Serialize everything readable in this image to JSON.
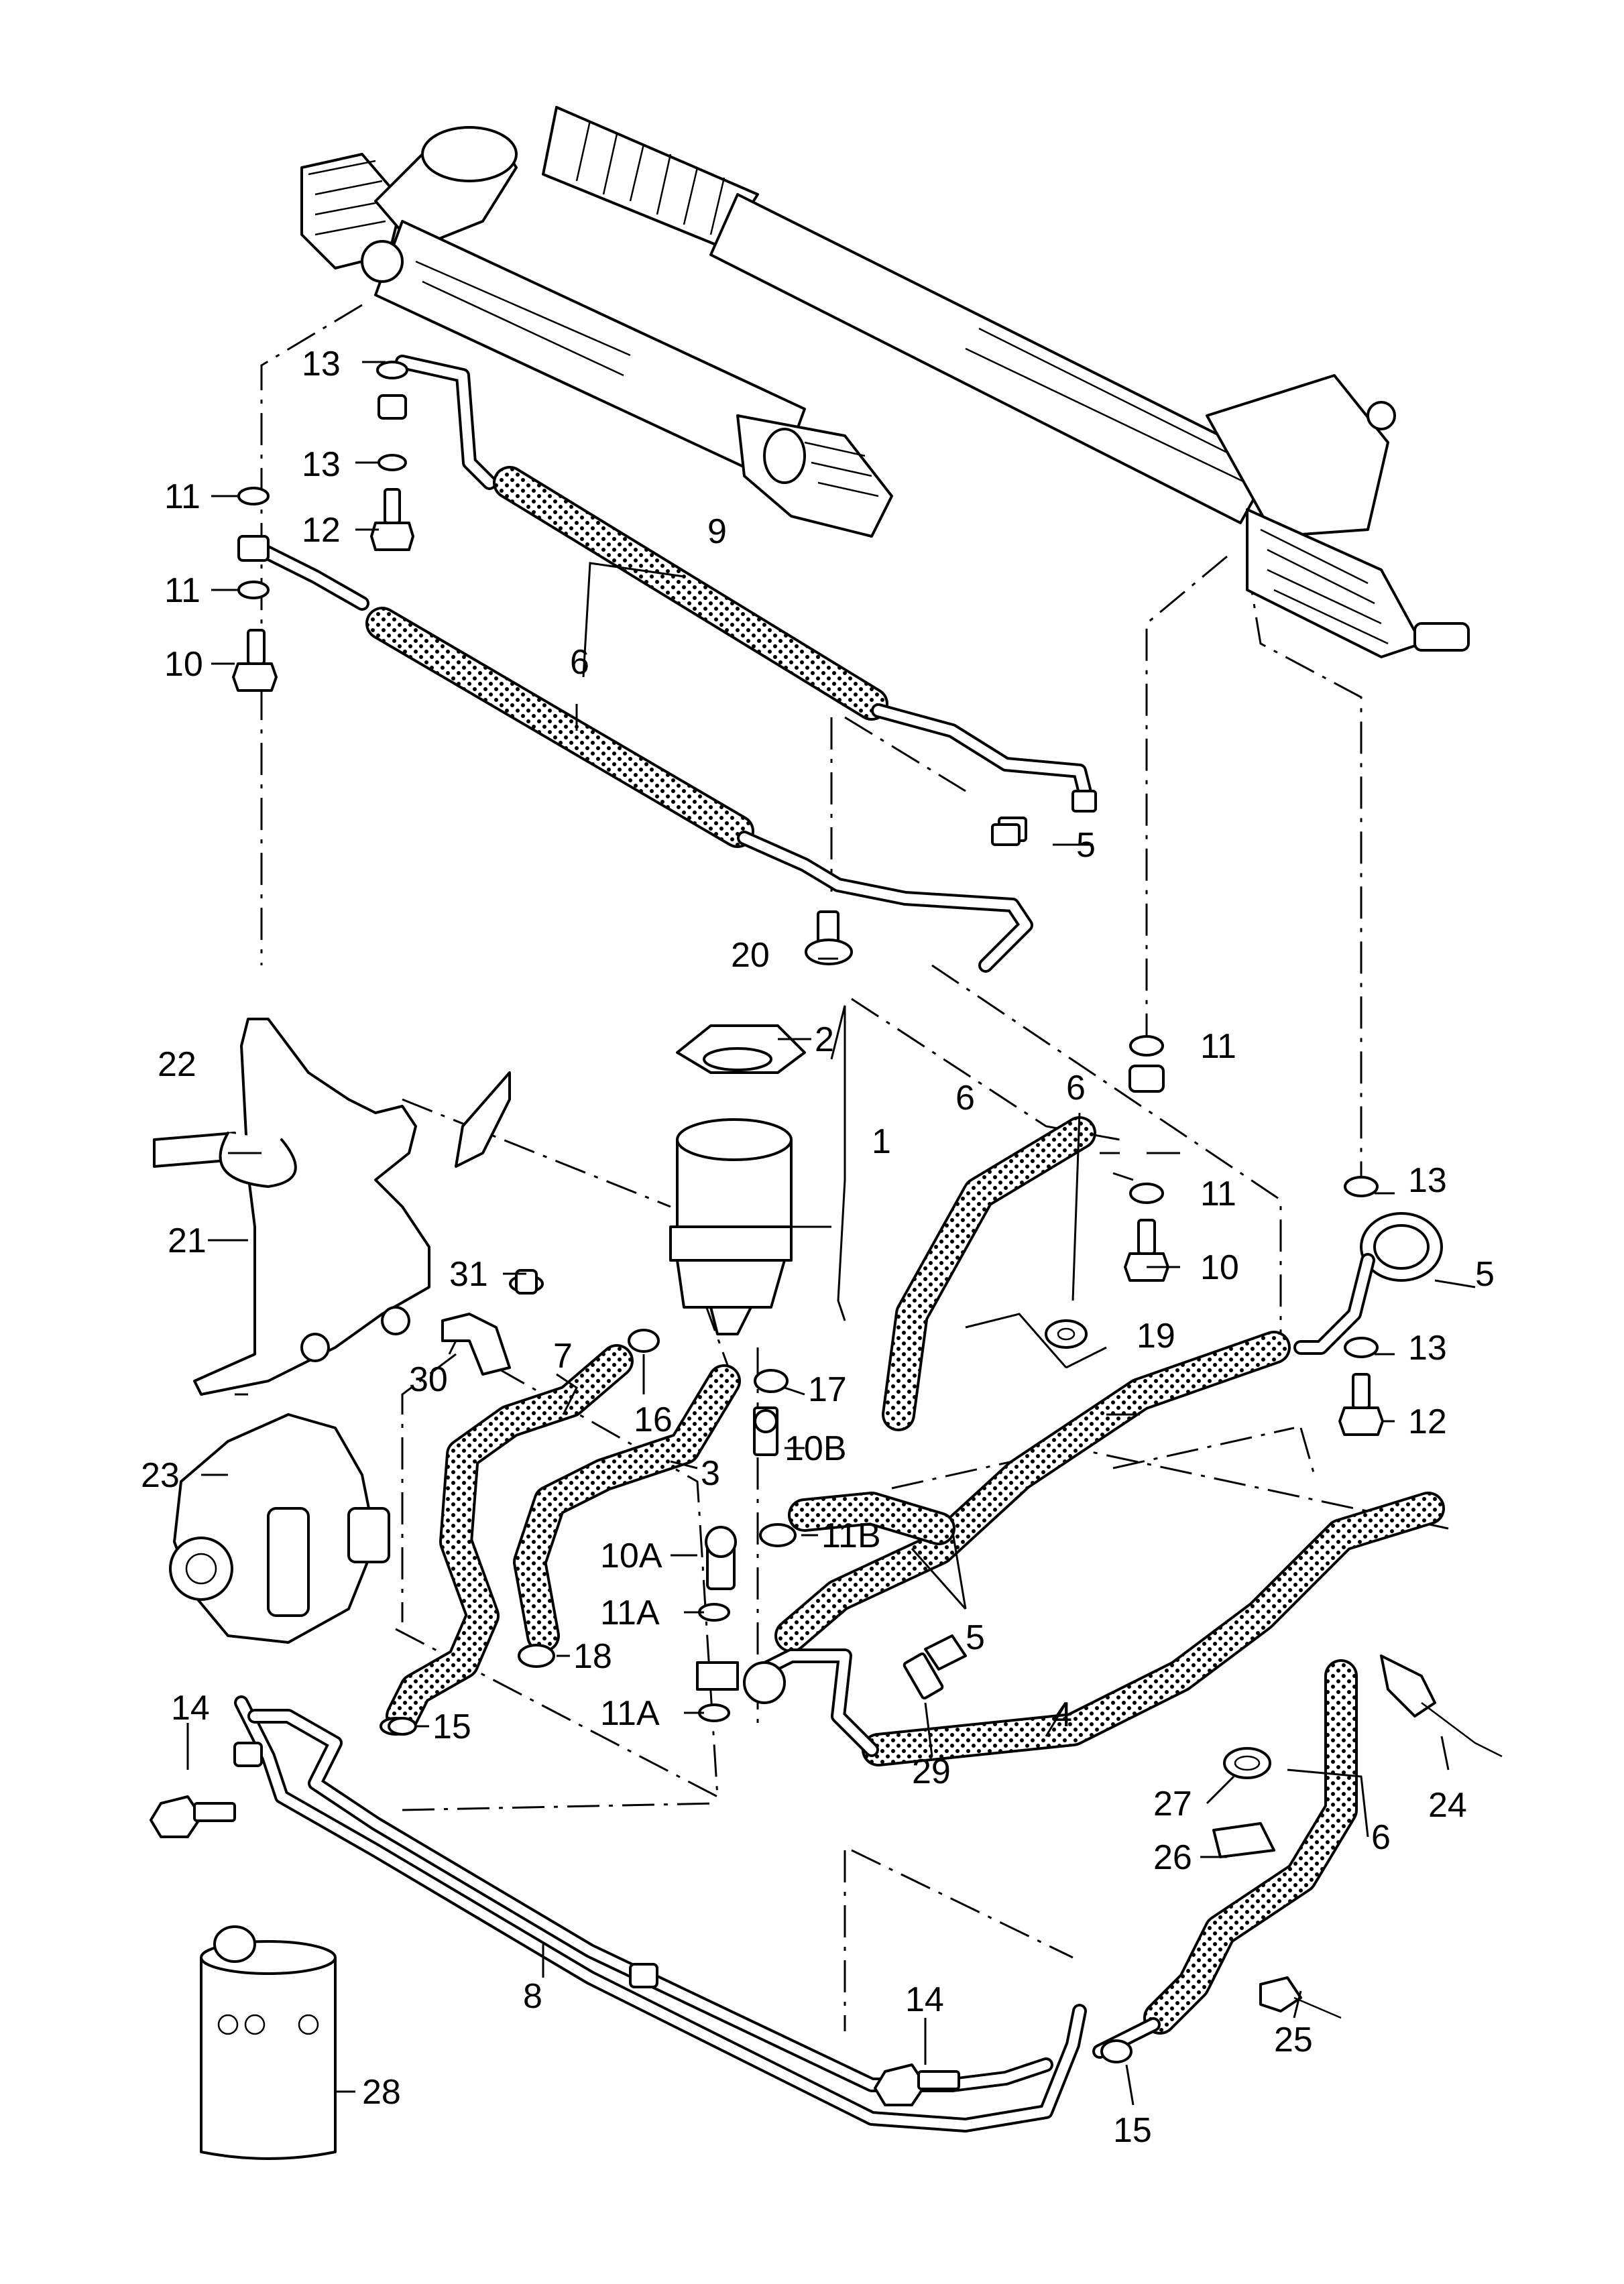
{
  "labels": {
    "l1": "1",
    "l2": "2",
    "l3": "3",
    "l4": "4",
    "l5a": "5",
    "l5b": "5",
    "l5c": "5",
    "l6a": "6",
    "l6b": "6",
    "l6c": "6",
    "l6d": "6",
    "l7": "7",
    "l8": "8",
    "l9": "9",
    "l10a": "10",
    "l10b": "10",
    "l10A": "10A",
    "l10B": "10B",
    "l11a": "11",
    "l11b": "11",
    "l11c": "11",
    "l11d": "11",
    "l11Aa": "11A",
    "l11Ab": "11A",
    "l11B": "11B",
    "l12a": "12",
    "l12b": "12",
    "l13a": "13",
    "l13b": "13",
    "l13c": "13",
    "l13d": "13",
    "l14a": "14",
    "l14b": "14",
    "l15a": "15",
    "l15b": "15",
    "l16": "16",
    "l17": "17",
    "l18": "18",
    "l19": "19",
    "l20": "20",
    "l21": "21",
    "l22": "22",
    "l23": "23",
    "l24": "24",
    "l25": "25",
    "l26": "26",
    "l27": "27",
    "l28": "28",
    "l29": "29",
    "l30": "30",
    "l31": "31"
  }
}
